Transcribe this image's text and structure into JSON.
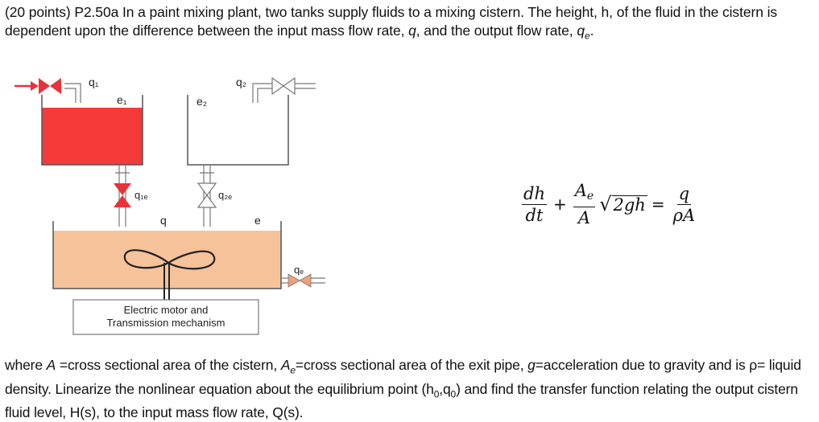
{
  "problem": {
    "intro": {
      "t1": "(20 points) P2.50a In a paint mixing plant, two tanks supply fluids to a mixing cistern.  The height, h, of the fluid in the cistern is dependent upon the difference between the input mass flow rate, ",
      "q": "q",
      "t2": ", and the output flow rate, ",
      "qe_base": "q",
      "qe_sub": "e",
      "t3": "."
    },
    "diagram": {
      "q1": "q₁",
      "e1": "e₁",
      "q2": "q₂",
      "e2": "e₂",
      "q1e": "q₁ₑ",
      "q2e": "q₂ₑ",
      "q": "q",
      "e": "e",
      "qe": "qₑ",
      "motor_line1": "Electric motor and",
      "motor_line2": "Transmission mechanism",
      "colors": {
        "tank1_fluid": "#f43a3a",
        "cistern_fluid": "#f6c29a",
        "valve_red": "#e8323a",
        "valve_orange": "#eea07c",
        "outline": "#555555"
      }
    },
    "equation": {
      "dh": "dh",
      "dt": "dt",
      "plus": "+",
      "Ae_A": "A",
      "Ae_e": "e",
      "A": "A",
      "radicand": "2gh",
      "equals": "=",
      "q": "q",
      "rhoA": "ρA"
    },
    "outro": {
      "t1": "where ",
      "A": "A",
      "t2": " =cross sectional area of the cistern, ",
      "Ae_base": "A",
      "Ae_sub": "e",
      "t3": "=cross sectional area of the exit pipe, ",
      "g": "g",
      "t4": "=acceleration due to gravity and is ρ= liquid density.  Linearize the nonlinear equation about the equilibrium point (h",
      "h0_sub": "0",
      "t5": ",q",
      "q0_sub": "0",
      "t6": ") and find the transfer function relating the output cistern fluid level, H(s), to the input mass flow rate, Q(s)."
    }
  }
}
